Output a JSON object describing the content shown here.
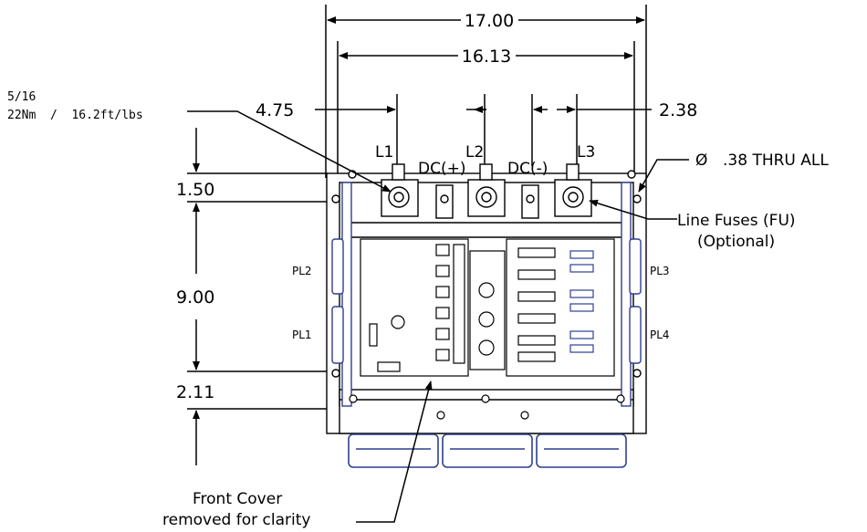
{
  "dimensions": {
    "overall_width": "17.00",
    "mount_width": "16.13",
    "terminal_spacing": "4.75",
    "edge_offset": "2.38",
    "top_offset": "1.50",
    "hole_spacing": "9.00",
    "bottom_offset": "2.11"
  },
  "torque": {
    "size": "5/16",
    "value": "22Nm  /  16.2ft/lbs"
  },
  "hole_callout": {
    "symbol": "Ø",
    "text": ".38 THRU ALL"
  },
  "terminals": {
    "l1": "L1",
    "l2": "L2",
    "l3": "L3",
    "dc_pos": "DC(+)",
    "dc_neg": "DC(-)"
  },
  "plugs": {
    "pl1": "PL1",
    "pl2": "PL2",
    "pl3": "PL3",
    "pl4": "PL4"
  },
  "fuses": {
    "line1": "Line Fuses (FU)",
    "line2": "(Optional)"
  },
  "front_cover": {
    "line1": "Front Cover",
    "line2": "removed for clarity"
  },
  "colors": {
    "line": "#000000",
    "outline_blue": "#2f3f8f",
    "panel_fill": "#ffffff"
  }
}
